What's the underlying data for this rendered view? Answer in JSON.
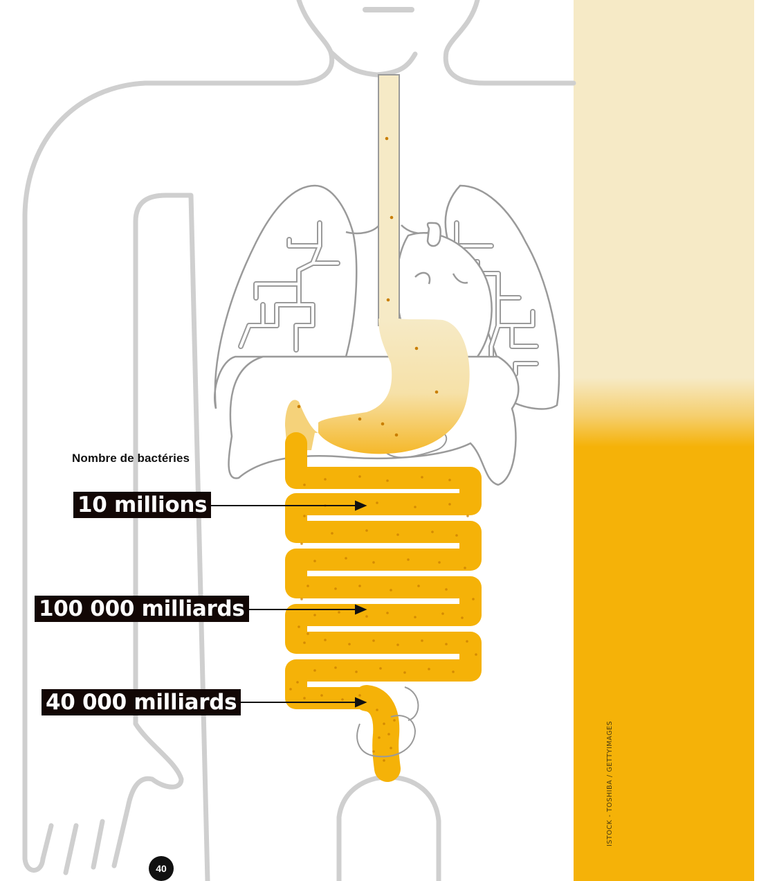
{
  "legend": {
    "title": "Nombre de bactéries"
  },
  "labels": [
    {
      "text": "10 millions",
      "organ": "small-intestine-upper"
    },
    {
      "text": "100 000 milliards",
      "organ": "small-intestine-middle"
    },
    {
      "text": "40 000 milliards",
      "organ": "colon"
    }
  ],
  "credit": "ISTOCK - TOSHIBA / GETTYIMAGES",
  "page_number": "40",
  "colors": {
    "outline": "#c9c9c9",
    "organ_outline": "#8e8e8e",
    "gut": "#f5b208",
    "gut_dots": "#c97e00",
    "esophagus": "#f6eac6",
    "band_light": "#f6eac6",
    "band_dark": "#f5b208",
    "label_bg": "#120705"
  }
}
